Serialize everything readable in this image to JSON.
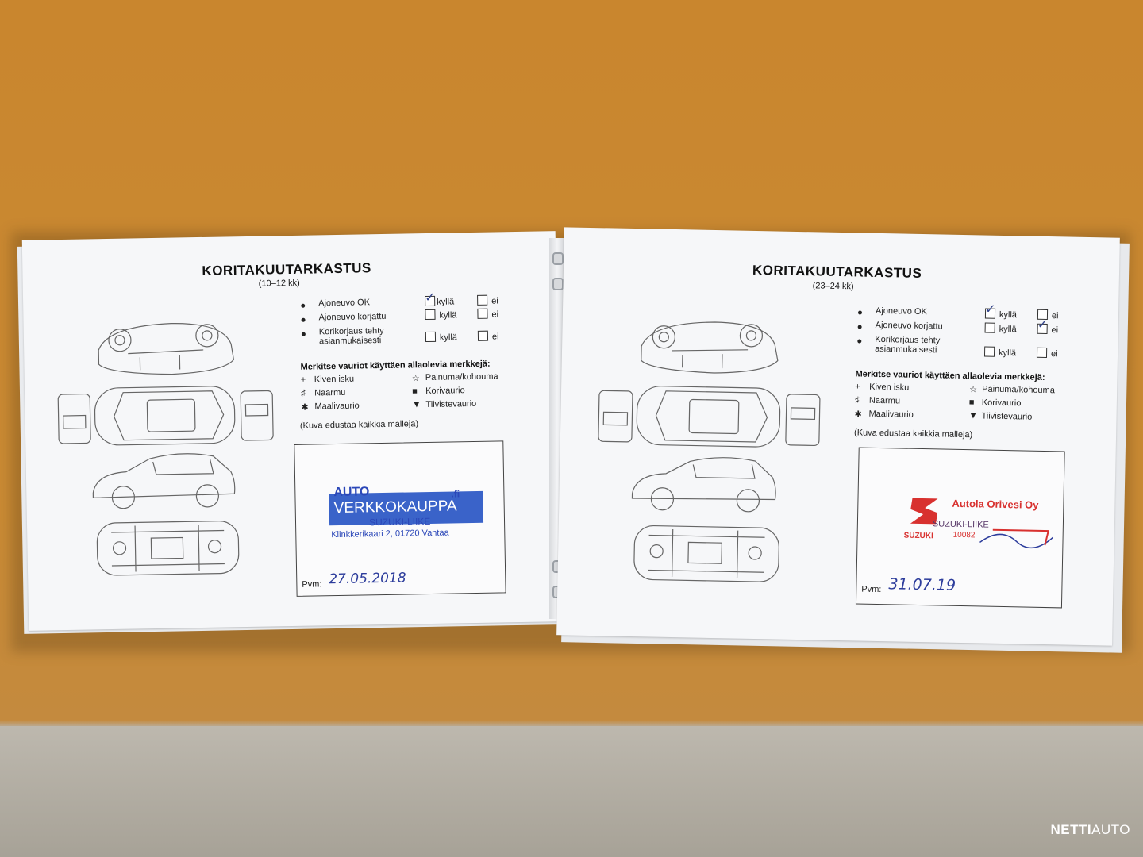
{
  "left_page": {
    "title": "KORITAKUUTARKASTUS",
    "subtitle": "(10–12 kk)",
    "checklist": [
      {
        "label": "Ajoneuvo OK",
        "yes": "kyllä",
        "no": "ei",
        "yes_checked": true,
        "no_checked": false
      },
      {
        "label": "Ajoneuvo korjattu",
        "yes": "kyllä",
        "no": "ei",
        "yes_checked": false,
        "no_checked": false
      },
      {
        "label": "Korikorjaus tehty",
        "label2": "asianmukaisesti",
        "yes": "kyllä",
        "no": "ei",
        "yes_checked": false,
        "no_checked": false
      }
    ],
    "marks_heading": "Merkitse vauriot käyttäen allaolevia merkkejä:",
    "marks": [
      {
        "symbol": "+",
        "label": "Kiven isku"
      },
      {
        "symbol": "☆",
        "label": "Painuma/kohouma"
      },
      {
        "symbol": "♯",
        "label": "Naarmu"
      },
      {
        "symbol": "■",
        "label": "Korivaurio"
      },
      {
        "symbol": "✱",
        "label": "Maalivaurio"
      },
      {
        "symbol": "▼",
        "label": "Tiivistevaurio"
      }
    ],
    "note": "(Kuva edustaa kaikkia malleja)",
    "stamp": {
      "logo_top": "AUTO",
      "logo_main": "VERKKOKAUPPA",
      "logo_suffix": ".fi",
      "line1": "SUZUKI-LIIKE",
      "line2": "Klinkkerikaari 2, 01720 Vantaa"
    },
    "date_label": "Pvm:",
    "date_value": "27.05.2018"
  },
  "right_page": {
    "title": "KORITAKUUTARKASTUS",
    "subtitle": "(23–24 kk)",
    "checklist": [
      {
        "label": "Ajoneuvo OK",
        "yes": "kyllä",
        "no": "ei",
        "yes_checked": true,
        "no_checked": false
      },
      {
        "label": "Ajoneuvo korjattu",
        "yes": "kyllä",
        "no": "ei",
        "yes_checked": false,
        "no_checked": true
      },
      {
        "label": "Korikorjaus tehty",
        "label2": "asianmukaisesti",
        "yes": "kyllä",
        "no": "ei",
        "yes_checked": false,
        "no_checked": false
      }
    ],
    "marks_heading": "Merkitse vauriot käyttäen allaolevia merkkejä:",
    "marks": [
      {
        "symbol": "+",
        "label": "Kiven isku"
      },
      {
        "symbol": "☆",
        "label": "Painuma/kohouma"
      },
      {
        "symbol": "♯",
        "label": "Naarmu"
      },
      {
        "symbol": "■",
        "label": "Korivaurio"
      },
      {
        "symbol": "✱",
        "label": "Maalivaurio"
      },
      {
        "symbol": "▼",
        "label": "Tiivistevaurio"
      }
    ],
    "note": "(Kuva edustaa kaikkia malleja)",
    "stamp": {
      "company": "Autola Orivesi Oy",
      "line1": "SUZUKI-LIIKE",
      "brand": "SUZUKI",
      "number": "10082"
    },
    "date_label": "Pvm:",
    "date_value": "31.07.19"
  },
  "watermark": {
    "bold": "NETTI",
    "light": "AUTO"
  },
  "colors": {
    "stamp_blue": "#2b47b8",
    "stamp_red": "#d8312f",
    "ink": "#2d3d9c",
    "paper": "#f6f7f9",
    "table": "#c9862e"
  }
}
